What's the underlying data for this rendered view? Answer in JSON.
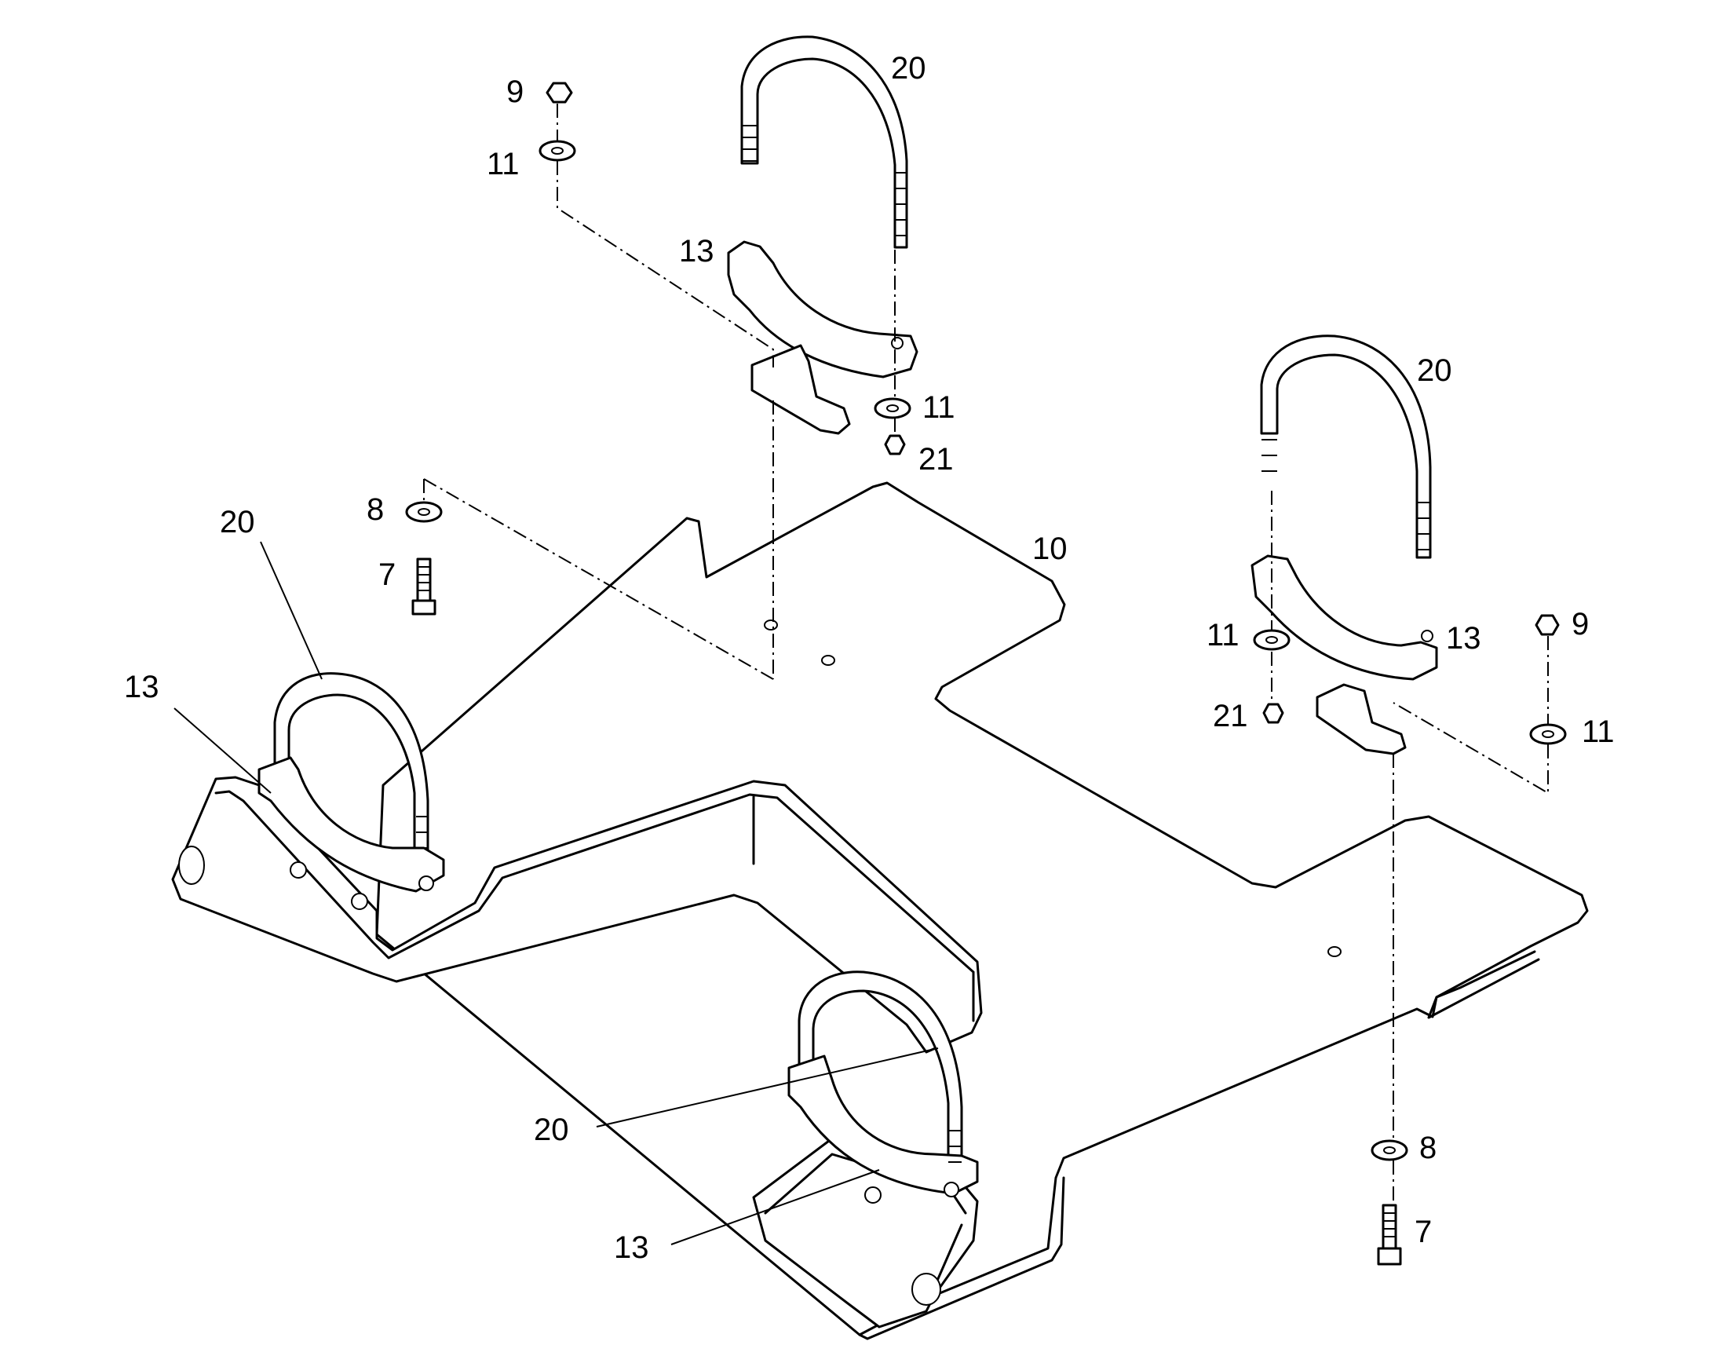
{
  "diagram": {
    "callouts": {
      "c20_top": "20",
      "c9_top": "9",
      "c11_top": "11",
      "c13_top": "13",
      "c11_mid": "11",
      "c21_mid": "21",
      "c8_left": "8",
      "c7_left": "7",
      "c20_left": "20",
      "c10": "10",
      "c13_left": "13",
      "c20_right": "20",
      "c11_right_a": "11",
      "c13_right": "13",
      "c9_right": "9",
      "c21_right": "21",
      "c11_right_b": "11",
      "c20_bottom": "20",
      "c13_bottom": "13",
      "c8_bottom": "8",
      "c7_bottom": "7"
    }
  }
}
